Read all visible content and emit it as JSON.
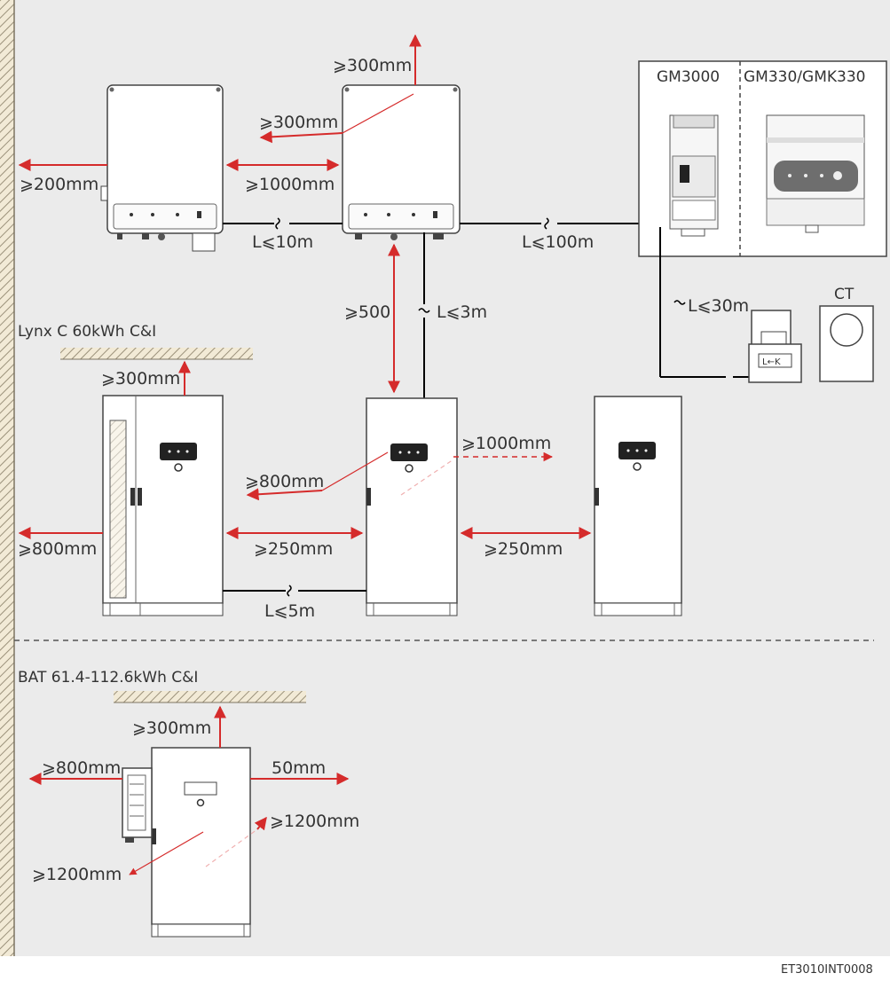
{
  "labels": {
    "inv2_top": "⩾300mm",
    "inv2_back": "⩾300mm",
    "inv1_left": "⩾200mm",
    "inv_between": "⩾1000mm",
    "inv_cable": "L⩽10m",
    "meter_cable": "L⩽100m",
    "meter_gm3000": "GM3000",
    "meter_gm330": "GM330/GMK330",
    "ct_cable": "L⩽30m",
    "ct": "CT",
    "inv_bat_gap": "⩾500",
    "inv_bat_cable": "L⩽3m",
    "section1_title": "Lynx C 60kWh C&I",
    "cab1_top": "⩾300mm",
    "cab_front_far": "⩾1000mm",
    "cab_front": "⩾800mm",
    "cab1_left": "⩾800mm",
    "cab_gap1": "⩾250mm",
    "cab_gap2": "⩾250mm",
    "cab_cable": "L⩽5m",
    "section2_title": "BAT 61.4-112.6kWh C&I",
    "bat_top": "⩾300mm",
    "bat_left": "⩾800mm",
    "bat_right": "50mm",
    "bat_front_back": "⩾1200mm",
    "bat_front": "⩾1200mm",
    "image_code": "ET3010INT0008"
  },
  "colors": {
    "arrow": "#d52b2b",
    "wall_hatch": "#b4ab90",
    "background": "#ebebeb"
  },
  "icons": {
    "wall": "hatched-wall",
    "ceiling": "hatched-ceiling",
    "cable_break": "cable-break-symbol"
  }
}
